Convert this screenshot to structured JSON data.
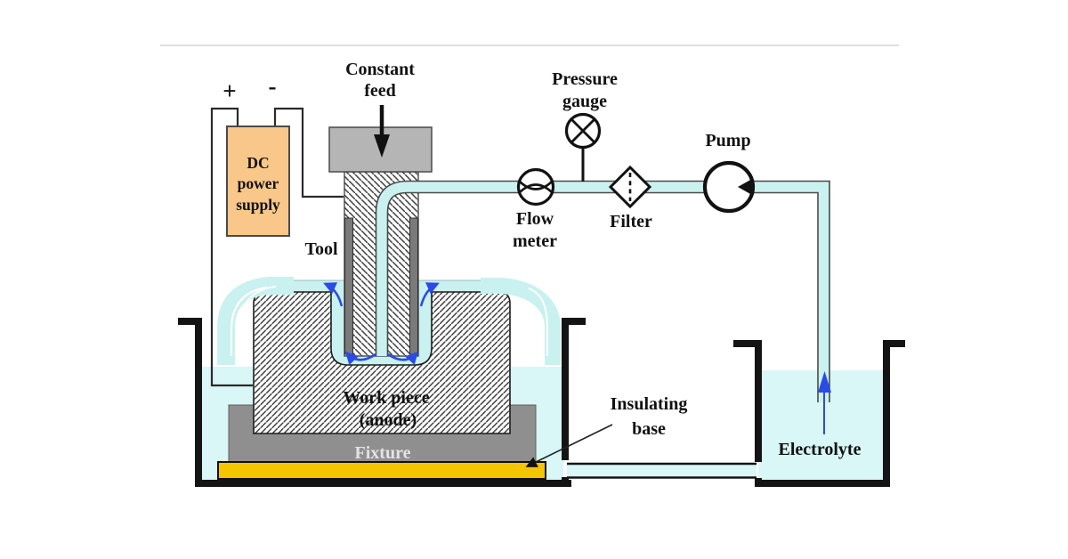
{
  "diagram": {
    "labels": {
      "plus": "+",
      "minus": "-",
      "dc_power": {
        "l1": "DC",
        "l2": "power",
        "l3": "supply"
      },
      "constant_feed": {
        "l1": "Constant",
        "l2": "feed"
      },
      "tool": "Tool",
      "pressure_gauge": {
        "l1": "Pressure",
        "l2": "gauge"
      },
      "flow_meter": {
        "l1": "Flow",
        "l2": "meter"
      },
      "filter": "Filter",
      "pump": "Pump",
      "work_piece": {
        "l1": "Work piece",
        "l2": "(anode)"
      },
      "fixture": "Fixture",
      "insulating_base": {
        "l1": "Insulating",
        "l2": "base"
      },
      "electrolyte": "Electrolyte"
    },
    "colors": {
      "tank_water": "#d8f7f6",
      "flow_water": "#c9f1ef",
      "power_supply": "#f9c789",
      "feed_block": "#b5b5b5",
      "tool_plate": "#7a7a7a",
      "fixture": "#8f8f8f",
      "insulating_base": "#f5c500",
      "flow_arrow": "#2b4be6",
      "outline": "#141414"
    }
  }
}
